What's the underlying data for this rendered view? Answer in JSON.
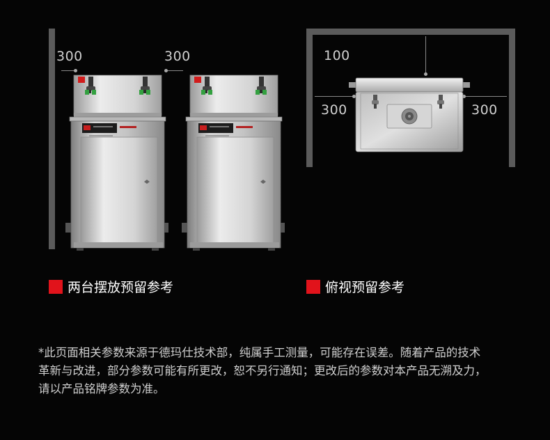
{
  "front_view": {
    "dim_left": "300",
    "dim_middle": "300",
    "caption": "两台摆放预留参考"
  },
  "top_view": {
    "dim_top": "100",
    "dim_left": "300",
    "dim_right": "300",
    "caption": "俯视预留参考"
  },
  "colors": {
    "background": "#050505",
    "wall": "#5b5b5b",
    "accent_red": "#e1131b",
    "caption_text": "#ffffff",
    "note_text": "#cfcfcf"
  },
  "disclaimer": {
    "line1": "*此页面相关参数来源于德玛仕技术部，纯属手工测量，可能存在误差。随着产品的技术",
    "line2": " 革新与改进，部分参数可能有所更改，恕不另行通知；更改后的参数对本产品无溯及力，",
    "line3": " 请以产品铭牌参数为准。"
  }
}
